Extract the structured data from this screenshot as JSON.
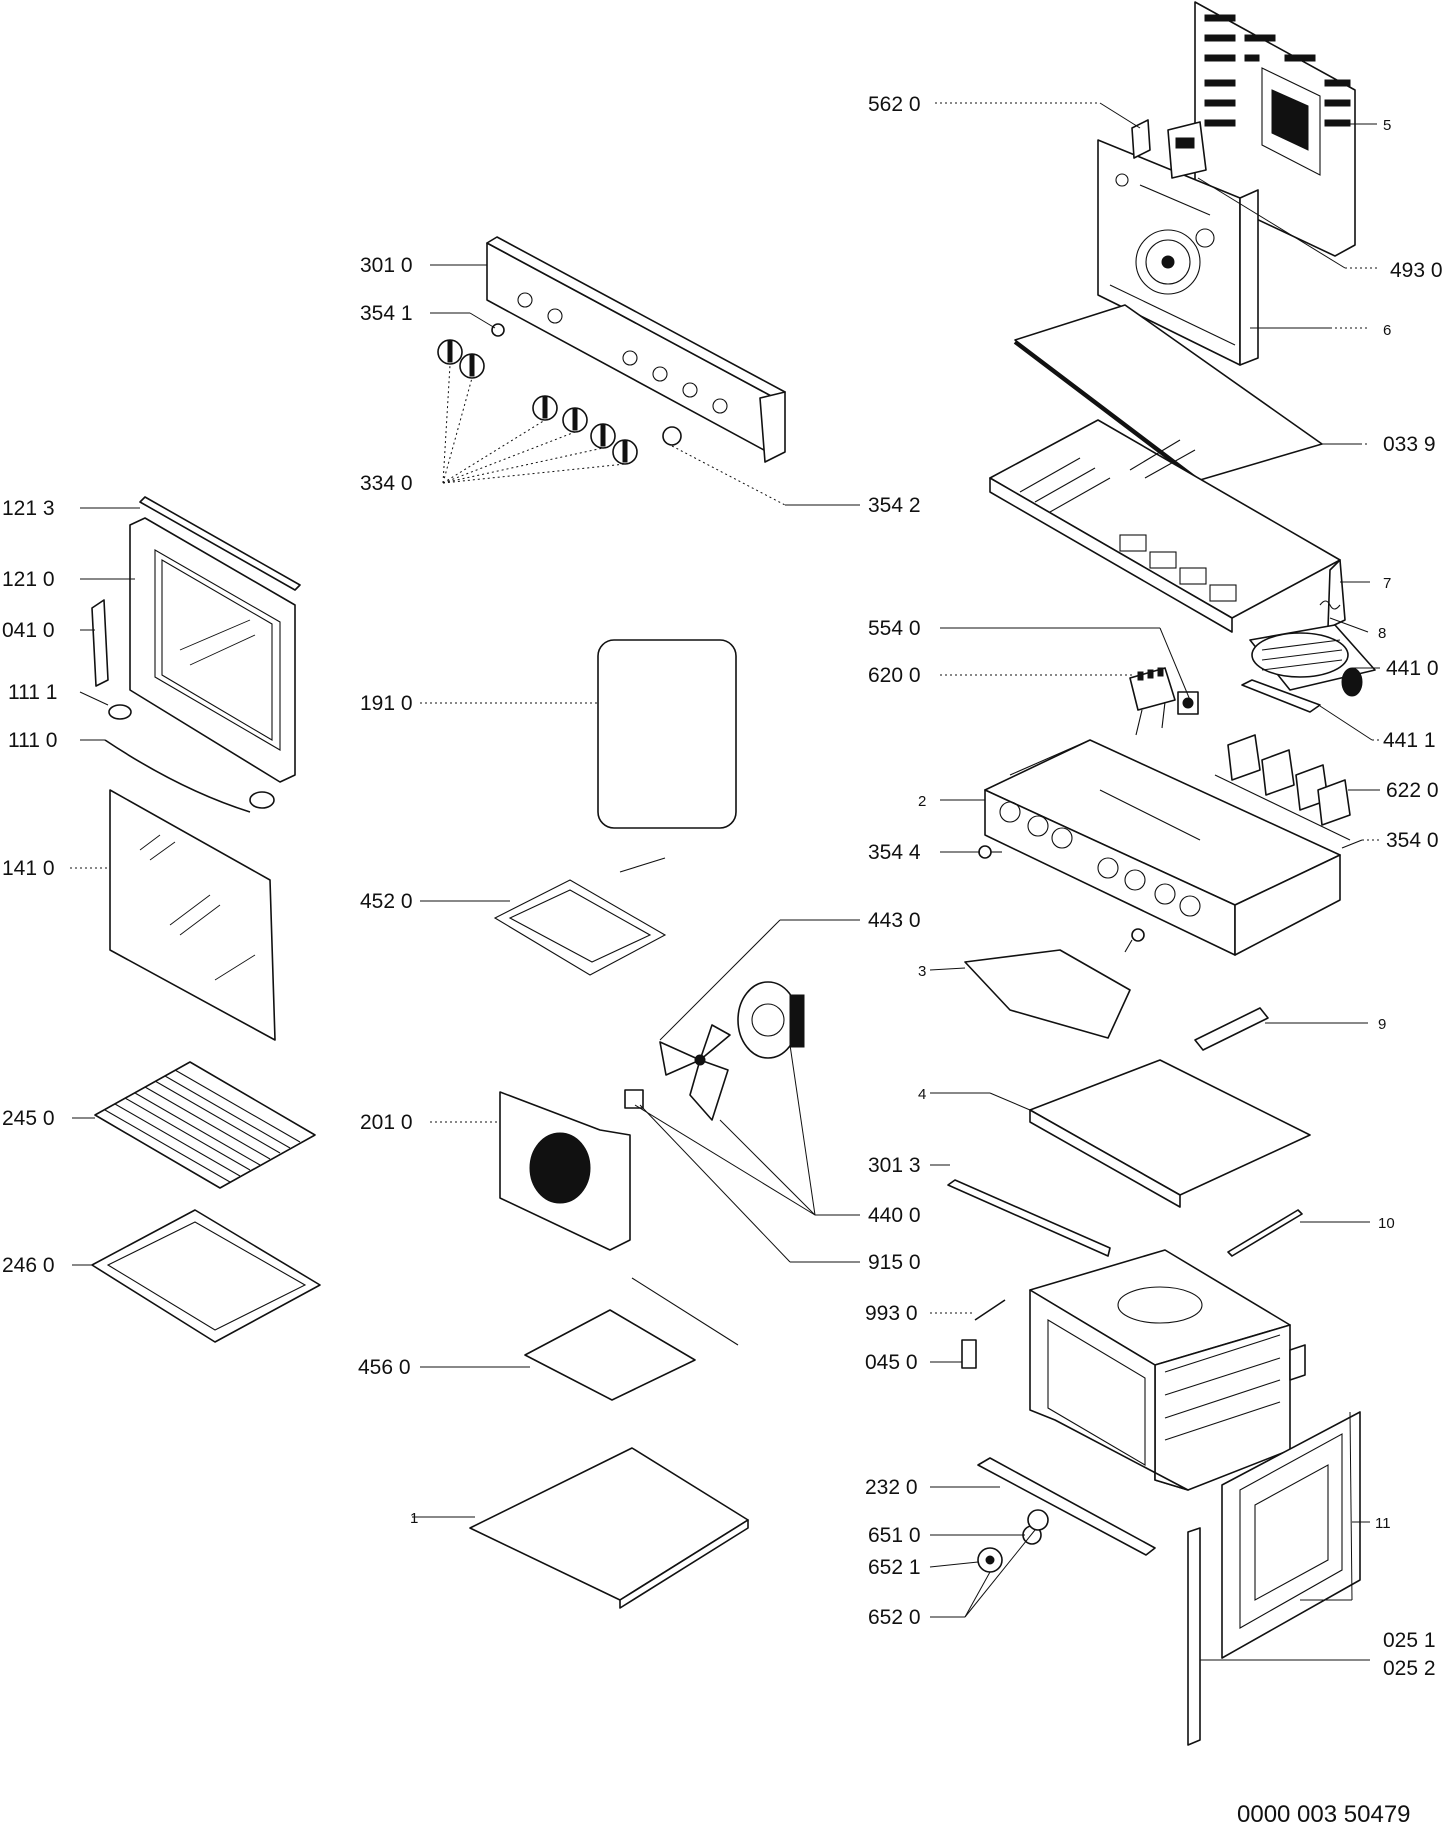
{
  "labels": [
    {
      "key": "562_0",
      "text": "562 0"
    },
    {
      "key": "5",
      "text": "5"
    },
    {
      "key": "493_0",
      "text": "493 0"
    },
    {
      "key": "6",
      "text": "6"
    },
    {
      "key": "301_0",
      "text": "301 0"
    },
    {
      "key": "354_1",
      "text": "354 1"
    },
    {
      "key": "033_9",
      "text": "033 9"
    },
    {
      "key": "334_0",
      "text": "334 0"
    },
    {
      "key": "354_2",
      "text": "354 2"
    },
    {
      "key": "121_3",
      "text": "121 3"
    },
    {
      "key": "7",
      "text": "7"
    },
    {
      "key": "121_0",
      "text": "121 0"
    },
    {
      "key": "041_0",
      "text": "041 0"
    },
    {
      "key": "8",
      "text": "8"
    },
    {
      "key": "554_0",
      "text": "554 0"
    },
    {
      "key": "441_0",
      "text": "441 0"
    },
    {
      "key": "620_0",
      "text": "620 0"
    },
    {
      "key": "111_1",
      "text": "111 1"
    },
    {
      "key": "191_0",
      "text": "191 0"
    },
    {
      "key": "111_0",
      "text": "111 0"
    },
    {
      "key": "441_1",
      "text": "441 1"
    },
    {
      "key": "2",
      "text": "2"
    },
    {
      "key": "622_0",
      "text": "622 0"
    },
    {
      "key": "141_0",
      "text": "141 0"
    },
    {
      "key": "354_4",
      "text": "354 4"
    },
    {
      "key": "354_0",
      "text": "354 0"
    },
    {
      "key": "452_0",
      "text": "452 0"
    },
    {
      "key": "443_0",
      "text": "443 0"
    },
    {
      "key": "3",
      "text": "3"
    },
    {
      "key": "9",
      "text": "9"
    },
    {
      "key": "245_0",
      "text": "245 0"
    },
    {
      "key": "201_0",
      "text": "201 0"
    },
    {
      "key": "4",
      "text": "4"
    },
    {
      "key": "301_3",
      "text": "301 3"
    },
    {
      "key": "440_0",
      "text": "440 0"
    },
    {
      "key": "10",
      "text": "10"
    },
    {
      "key": "246_0",
      "text": "246 0"
    },
    {
      "key": "915_0",
      "text": "915 0"
    },
    {
      "key": "993_0",
      "text": "993 0"
    },
    {
      "key": "045_0",
      "text": "045 0"
    },
    {
      "key": "456_0",
      "text": "456 0"
    },
    {
      "key": "232_0",
      "text": "232 0"
    },
    {
      "key": "1",
      "text": "1"
    },
    {
      "key": "11",
      "text": "11"
    },
    {
      "key": "651_0",
      "text": "651 0"
    },
    {
      "key": "652_1",
      "text": "652 1"
    },
    {
      "key": "652_0",
      "text": "652 0"
    },
    {
      "key": "025_1",
      "text": "025 1"
    },
    {
      "key": "025_2",
      "text": "025 2"
    }
  ],
  "footer": {
    "code": "0000 003 50479"
  }
}
